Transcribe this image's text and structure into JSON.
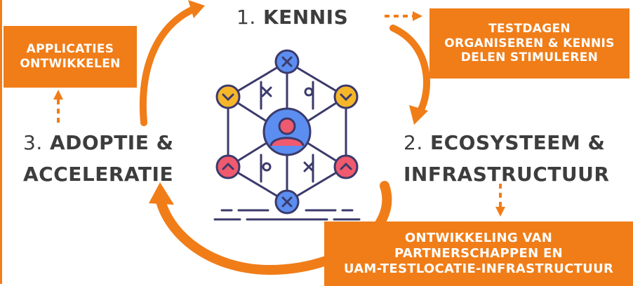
{
  "colors": {
    "accent": "#f07d18",
    "text": "#3d3d3d",
    "network_line": "#3b3a6b",
    "blue": "#5b8ef0",
    "yellow": "#f6b62a",
    "red": "#f05a6e"
  },
  "steps": {
    "kennis": {
      "number": "1.",
      "title": "KENNIS"
    },
    "ecosysteem": {
      "number": "2.",
      "line1": "ECOSYSTEEM &",
      "line2": "INFRASTRUCTUUR"
    },
    "adoptie": {
      "number": "3.",
      "line1": "ADOPTIE &",
      "line2": "ACCELERATIE"
    }
  },
  "boxes": {
    "left": {
      "line1": "APPLICATIES",
      "line2": "ONTWIKKELEN"
    },
    "right": {
      "line1": "TESTDAGEN",
      "line2": "ORGANISEREN & KENNIS",
      "line3": "DELEN STIMULEREN"
    },
    "bottom": {
      "line1": "ONTWIKKELING VAN",
      "line2": "PARTNERSCHAPPEN EN",
      "line3": "UAM-TESTLOCATIE-INFRASTRUCTUUR"
    }
  },
  "icons": {
    "center": "network-user-icon",
    "connectors": "dashed-arrow-icon",
    "cycle": "curved-arrow-icon"
  }
}
